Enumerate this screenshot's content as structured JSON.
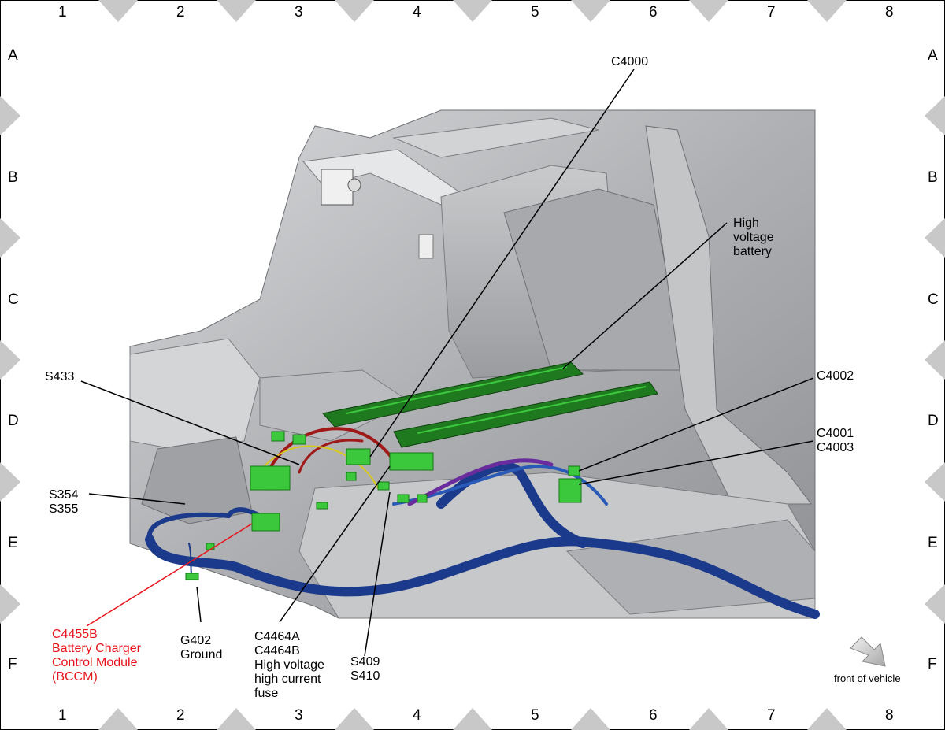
{
  "grid": {
    "columns": [
      "1",
      "2",
      "3",
      "4",
      "5",
      "6",
      "7",
      "8"
    ],
    "rows": [
      "A",
      "B",
      "C",
      "D",
      "E",
      "F"
    ]
  },
  "callouts": {
    "c4000": "C4000",
    "hv_battery": "High\nvoltage\nbattery",
    "s433": "S433",
    "c4002": "C4002",
    "c4001_c4003": "C4001\nC4003",
    "s354_s355": "S354\nS355",
    "c4455b": "C4455B\nBattery Charger\nControl Module\n(BCCM)",
    "g402": "G402\nGround",
    "c4464": "C4464A\nC4464B\nHigh voltage\nhigh current\nfuse",
    "s409_s410": "S409\nS410"
  },
  "orientation_note": "front of vehicle",
  "colors": {
    "frame_diamond": "#c8c8c8",
    "body_metal": "#b4b6b8",
    "battery_green": "#1e8a1e",
    "connector_green": "#3cc83c",
    "harness_blue": "#1c3a8c",
    "harness_purple": "#6a2c9c",
    "harness_red": "#a01818",
    "harness_yellow": "#d8c820",
    "callout_red": "#e8141c",
    "leader_black": "#000000"
  },
  "icons": {
    "orientation": "arrow-down-right-icon"
  }
}
